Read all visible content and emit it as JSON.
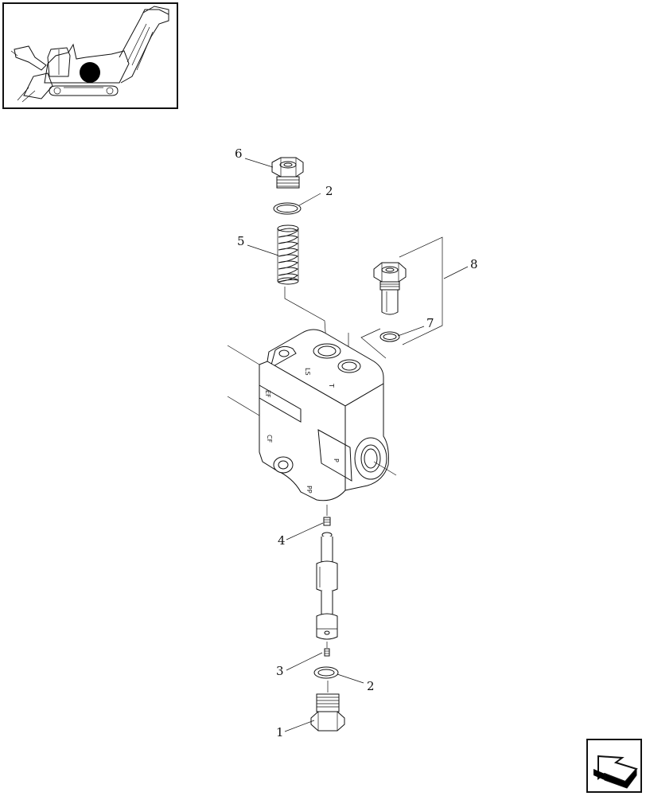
{
  "callouts": {
    "c1": "1",
    "c2a": "2",
    "c2b": "2",
    "c3": "3",
    "c4": "4",
    "c5": "5",
    "c6": "6",
    "c7": "7",
    "c8": "8"
  },
  "port_marks": {
    "m1": "T",
    "m2": "LS",
    "m3": "EF",
    "m4": "CF",
    "m5": "P",
    "m6": "PP"
  },
  "icons": {
    "thumbnail": "harvester-locator-icon",
    "nav": "next-page-arrow-icon"
  }
}
